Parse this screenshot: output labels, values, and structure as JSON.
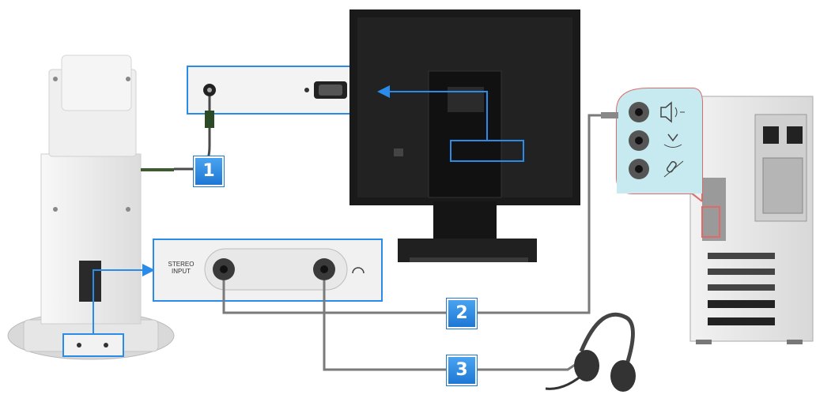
{
  "diagram": {
    "panel_stereo_input": {
      "label_line1": "STEREO",
      "label_line2": "INPUT",
      "headphone_symbol": "headphone-icon"
    },
    "badges": [
      {
        "id": "1",
        "text": "1"
      },
      {
        "id": "2",
        "text": "2"
      },
      {
        "id": "3",
        "text": "3"
      }
    ],
    "pc_audio_jacks": [
      {
        "icon": "speaker-out-icon"
      },
      {
        "icon": "line-in-icon"
      },
      {
        "icon": "microphone-icon"
      }
    ],
    "colors": {
      "accent_blue": "#2b8be8",
      "stand_white": "#eeeeee",
      "monitor_black": "#1a1a1a",
      "jack_panel_bg": "#c7eaf0",
      "cable_gray": "#7a7a7a",
      "zoom_outline": "#e06a6a"
    }
  }
}
